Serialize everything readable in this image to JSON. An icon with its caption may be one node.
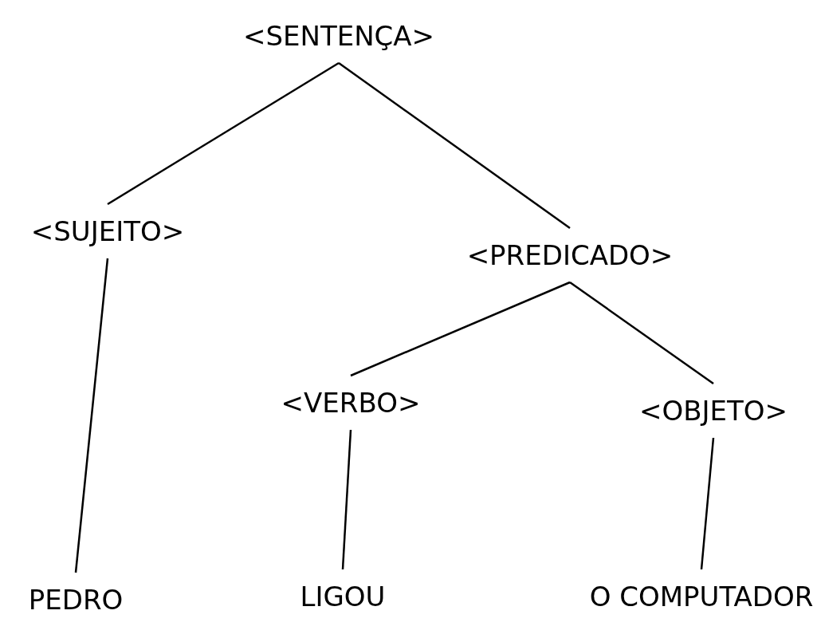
{
  "diagram": {
    "nodes": [
      {
        "text": [
          "<SENTENÇA>"
        ]
      },
      {
        "text": [
          "<SUJEITO>"
        ]
      },
      {
        "text": [
          "<PREDICADO>"
        ]
      },
      {
        "text": [
          "<VERBO>"
        ]
      },
      {
        "text": [
          "<OBJETO>"
        ]
      },
      {
        "text": [
          "PEDRO"
        ]
      },
      {
        "text": [
          "LIGOU"
        ]
      },
      {
        "text": [
          "O COMPUTADOR"
        ]
      }
    ],
    "edges": [
      {
        "from": 0,
        "to": 1,
        "arrow": "none"
      },
      {
        "from": 0,
        "to": 2,
        "arrow": "none"
      },
      {
        "from": 1,
        "to": 5,
        "arrow": "none"
      },
      {
        "from": 2,
        "to": 3,
        "arrow": "none"
      },
      {
        "from": 2,
        "to": 4,
        "arrow": "none"
      },
      {
        "from": 3,
        "to": 6,
        "arrow": "none"
      },
      {
        "from": 4,
        "to": 7,
        "arrow": "none"
      }
    ]
  }
}
